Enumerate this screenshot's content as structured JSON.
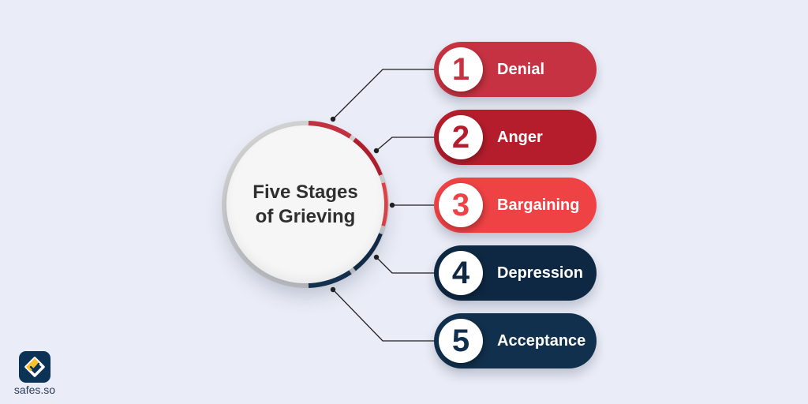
{
  "title": "Five Stages of Grieving",
  "stages": [
    {
      "number": "1",
      "label": "Denial",
      "color": "#c63241"
    },
    {
      "number": "2",
      "label": "Anger",
      "color": "#b51d2c"
    },
    {
      "number": "3",
      "label": "Bargaining",
      "color": "#ef4244"
    },
    {
      "number": "4",
      "label": "Depression",
      "color": "#0e2843"
    },
    {
      "number": "5",
      "label": "Acceptance",
      "color": "#11304d"
    }
  ],
  "brand": {
    "name": "safes.so",
    "logo_color": "#0c3356",
    "accent_color": "#fbc02d",
    "icon": "safes-logo-icon"
  },
  "ring_colors": [
    "#c63241",
    "#b51d2c",
    "#ef4244",
    "#0e2843",
    "#11304d"
  ],
  "ring_base_color": "#d4d4d4",
  "background_color": "#eaedf7"
}
